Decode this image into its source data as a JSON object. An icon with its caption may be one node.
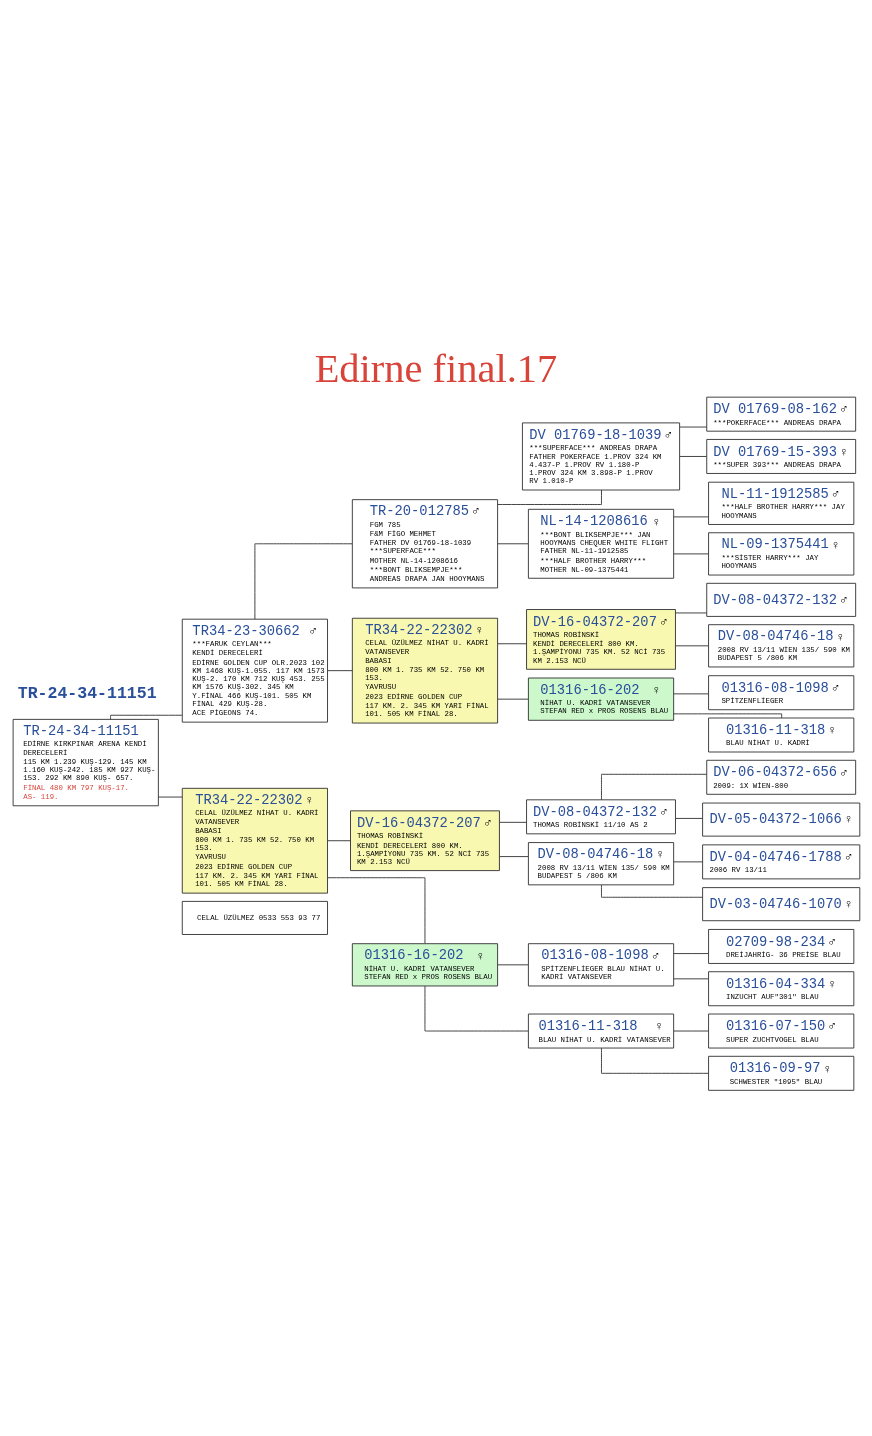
{
  "diagram": {
    "title": "Edirne final.17",
    "nodes": [
      {
        "text": [
          "TR-24-34-11151",
          "EDİRNE KIRKPINAR ARENA KENDİ DERECELERİ",
          "115 KM 1.239 KUŞ-129. 145 KM 1.160 KUŞ-242. 185 KM 927 KUŞ- 153. 292 KM 890 KUŞ- 657.",
          "FİNAL 480 KM 797 KUŞ-17.",
          "AS- 119."
        ]
      },
      {
        "text": [
          "TR34-23-30662",
          "♂",
          "***FARUK CEYLAN***",
          "KENDİ DERECELERİ",
          "EDİRNE GOLDEN CUP OLR.2023 102 KM 1468 KUŞ-1.055. 117 KM 1573 KUŞ-2. 170 KM 712 KUŞ 453. 255 KM 1576 KUŞ-302. 345 KM Y.FİNAL 466 KUŞ-101. 505 KM FİNAL 429 KUŞ-28.",
          "ACE PİGEONS 74."
        ]
      },
      {
        "text": [
          "TR34-22-22302",
          "♀",
          "CELAL ÜZÜLMEZ NİHAT U. KADRİ VATANSEVER",
          "BABASI",
          "800 KM 1. 735 KM 52. 750 KM 153.",
          "YAVRUSU",
          "2023 EDİRNE GOLDEN CUP",
          "117 KM. 2. 345 KM YARI FİNAL 101. 505 KM FİNAL 28."
        ]
      },
      {
        "text": [
          "CELAL ÜZÜLMEZ 0533 553 93 77"
        ]
      },
      {
        "text": [
          "TR-20-012785",
          "♂",
          "FGM 785",
          "F&M FİGO MEHMET",
          "FATHER DV 01769-18-1039 ***SUPERFACE***",
          "MOTHER NL-14-1208616",
          "***BONT BLIKSEMPJE***",
          "ANDREAS DRAPA JAN HOOYMANS"
        ]
      },
      {
        "text": [
          "TR34-22-22302",
          "♀",
          "CELAL ÜZÜLMEZ NİHAT U. KADRİ VATANSEVER",
          "BABASI",
          "800 KM 1. 735 KM 52. 750 KM 153.",
          "YAVRUSU",
          "2023 EDİRNE GOLDEN CUP",
          "117 KM. 2. 345 KM YARI FİNAL 101. 505 KM FİNAL 28."
        ]
      },
      {
        "text": [
          "DV-16-04372-207",
          "♂",
          "THOMAS ROBİNSKİ",
          "KENDİ DERECELERİ 800 KM. 1.ŞAMPİYONU 735 KM. 52 NCİ 735 KM 2.153 NCÜ"
        ]
      },
      {
        "text": [
          "01316-16-202",
          "♀",
          "NİHAT U. KADRİ VATANSEVER STEFAN RED x PROS ROSENS BLAU"
        ]
      },
      {
        "text": [
          "DV 01769-18-1039",
          "♂",
          "***SUPERFACE*** ANDREAS DRAPA FATHER POKERFACE 1.PROV 324 KM 4.437-P 1.PROV RV 1.180-P 1.PROV 324 KM 3.898-P 1.PROV RV 1.010-P"
        ]
      },
      {
        "text": [
          "NL-14-1208616",
          "♀",
          "***BONT BLIKSEMPJE*** JAN HOOYMANS CHEQUER WHITE FLIGHT FATHER NL-11-1912585",
          "***HALF BROTHER HARRY***",
          "MOTHER NL-09-1375441"
        ]
      },
      {
        "text": [
          "DV-16-04372-207",
          "♂",
          "THOMAS ROBİNSKİ",
          "KENDİ DERECELERİ 800 KM. 1.ŞAMPİYONU 735 KM. 52 NCİ 735 KM 2.153 NCÜ"
        ]
      },
      {
        "text": [
          "01316-16-202",
          "♀",
          "NİHAT U. KADRİ VATANSEVER STEFAN RED x PROS ROSENS BLAU"
        ]
      },
      {
        "text": [
          "DV-08-04372-132",
          "♂",
          "THOMAS ROBİNSKİ 11/10 AS 2"
        ]
      },
      {
        "text": [
          "DV-08-04746-18",
          "♀",
          "2008 RV 13/11 WİEN 135/ 590 KM BUDAPEST 5 /806 KM"
        ]
      },
      {
        "text": [
          "01316-08-1098",
          "♂",
          "SPİTZENFLİEGER BLAU NİHAT U. KADRİ VATANSEVER"
        ]
      },
      {
        "text": [
          "01316-11-318",
          "♀",
          "BLAU NİHAT U. KADRİ VATANSEVER"
        ]
      },
      {
        "text": [
          "DV 01769-08-162",
          "♂",
          "***POKERFACE*** ANDREAS DRAPA"
        ]
      },
      {
        "text": [
          "DV 01769-15-393",
          "♀",
          "***SUPER 393*** ANDREAS DRAPA"
        ]
      },
      {
        "text": [
          "NL-11-1912585",
          "♂",
          "***HALF BROTHER HARRY*** JAY HOOYMANS"
        ]
      },
      {
        "text": [
          "NL-09-1375441",
          "♀",
          "***SİSTER HARRY*** JAY HOOYMANS"
        ]
      },
      {
        "text": [
          "DV-08-04372-132",
          "♂"
        ]
      },
      {
        "text": [
          "DV-08-04746-18",
          "♀",
          "2008 RV 13/11 WİEN 135/ 590 KM BUDAPEST 5 /806 KM"
        ]
      },
      {
        "text": [
          "01316-08-1098",
          "♂",
          "SPİTZENFLİEGER"
        ]
      },
      {
        "text": [
          "01316-11-318",
          "♀",
          "BLAU NİHAT U. KADRİ"
        ]
      },
      {
        "text": [
          "DV-06-04372-656",
          "♂",
          "2009: 1X WİEN-800"
        ]
      },
      {
        "text": [
          "DV-05-04372-1066",
          "♀"
        ]
      },
      {
        "text": [
          "DV-04-04746-1788",
          "♂",
          "2006 RV 13/11"
        ]
      },
      {
        "text": [
          "DV-03-04746-1070",
          "♀"
        ]
      },
      {
        "text": [
          "02709-98-234",
          "♂",
          "DREİJAHRİG- 36 PREİSE BLAU"
        ]
      },
      {
        "text": [
          "01316-04-334",
          "♀",
          "INZUCHT AUF\"301\" BLAU"
        ]
      },
      {
        "text": [
          "01316-07-150",
          "♂",
          "SUPER ZUCHTVOGEL BLAU"
        ]
      },
      {
        "text": [
          "01316-09-97",
          "♀",
          "SCHWESTER \"1095\" BLAU"
        ]
      }
    ],
    "edges": [
      {
        "from": 0,
        "to": 1,
        "arrow": "none"
      },
      {
        "from": 0,
        "to": 2,
        "arrow": "none"
      },
      {
        "from": 1,
        "to": 4,
        "arrow": "none"
      },
      {
        "from": 1,
        "to": 5,
        "arrow": "none"
      },
      {
        "from": 2,
        "to": 6,
        "arrow": "none"
      },
      {
        "from": 2,
        "to": 7,
        "arrow": "none"
      },
      {
        "from": 4,
        "to": 8,
        "arrow": "none"
      },
      {
        "from": 4,
        "to": 9,
        "arrow": "none"
      },
      {
        "from": 5,
        "to": 10,
        "arrow": "none"
      },
      {
        "from": 5,
        "to": 11,
        "arrow": "none"
      },
      {
        "from": 6,
        "to": 12,
        "arrow": "none"
      },
      {
        "from": 6,
        "to": 13,
        "arrow": "none"
      },
      {
        "from": 7,
        "to": 14,
        "arrow": "none"
      },
      {
        "from": 7,
        "to": 15,
        "arrow": "none"
      },
      {
        "from": 8,
        "to": 16,
        "arrow": "none"
      },
      {
        "from": 8,
        "to": 17,
        "arrow": "none"
      },
      {
        "from": 9,
        "to": 18,
        "arrow": "none"
      },
      {
        "from": 9,
        "to": 19,
        "arrow": "none"
      },
      {
        "from": 10,
        "to": 20,
        "arrow": "none"
      },
      {
        "from": 10,
        "to": 21,
        "arrow": "none"
      },
      {
        "from": 11,
        "to": 22,
        "arrow": "none"
      },
      {
        "from": 11,
        "to": 23,
        "arrow": "none"
      },
      {
        "from": 12,
        "to": 24,
        "arrow": "none"
      },
      {
        "from": 12,
        "to": 25,
        "arrow": "none"
      },
      {
        "from": 13,
        "to": 26,
        "arrow": "none"
      },
      {
        "from": 13,
        "to": 27,
        "arrow": "none"
      },
      {
        "from": 14,
        "to": 28,
        "arrow": "none"
      },
      {
        "from": 14,
        "to": 29,
        "arrow": "none"
      },
      {
        "from": 15,
        "to": 30,
        "arrow": "none"
      },
      {
        "from": 15,
        "to": 31,
        "arrow": "none"
      }
    ],
    "labels": [
      "TR-24-34-11151"
    ]
  }
}
